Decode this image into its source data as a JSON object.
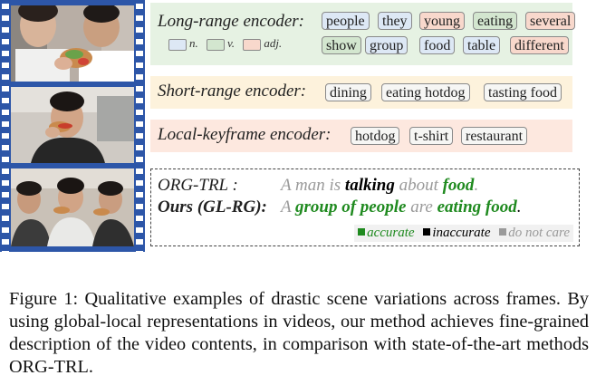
{
  "long_range": {
    "title": "Long-range encoder:",
    "row1": [
      {
        "text": "people",
        "type": "n"
      },
      {
        "text": "they",
        "type": "n"
      },
      {
        "text": "young",
        "type": "a"
      },
      {
        "text": "eating",
        "type": "v"
      },
      {
        "text": "several",
        "type": "a"
      }
    ],
    "row2": [
      {
        "text": "show",
        "type": "v"
      },
      {
        "text": "group",
        "type": "n"
      },
      {
        "text": "food",
        "type": "n"
      },
      {
        "text": "table",
        "type": "n"
      },
      {
        "text": "different",
        "type": "a"
      }
    ],
    "legend": {
      "noun": "n.",
      "verb": "v.",
      "adj": "adj."
    }
  },
  "short_range": {
    "title": "Short-range encoder:",
    "tags": [
      "dining",
      "eating hotdog",
      "tasting food"
    ]
  },
  "local_keyframe": {
    "title": "Local-keyframe encoder:",
    "tags": [
      "hotdog",
      "t-shirt",
      "restaurant"
    ]
  },
  "results": {
    "baseline": {
      "label": "ORG-TRL :",
      "seg": [
        "A man is ",
        "talking",
        " about ",
        "food",
        "."
      ]
    },
    "ours": {
      "label": "Ours (GL-RG):",
      "seg": [
        "A ",
        "group of people",
        " are ",
        "eating food",
        "."
      ]
    },
    "key": {
      "accurate": "accurate",
      "inaccurate": "inaccurate",
      "dontcare": "do not care"
    }
  },
  "caption": "Figure 1: Qualitative examples of drastic scene variations across frames. By using global-local representations in videos, our method achieves fine-grained description of the video contents, in comparison with state-of-the-art methods ORG-TRL.",
  "colors": {
    "film": "#2d56a8",
    "noun": "#dde8f5",
    "verb": "#d3e6cf",
    "adj": "#f8d8cc",
    "accurate": "#1f8a1f",
    "inaccurate": "#000000",
    "dontcare": "#9a9a9a"
  }
}
